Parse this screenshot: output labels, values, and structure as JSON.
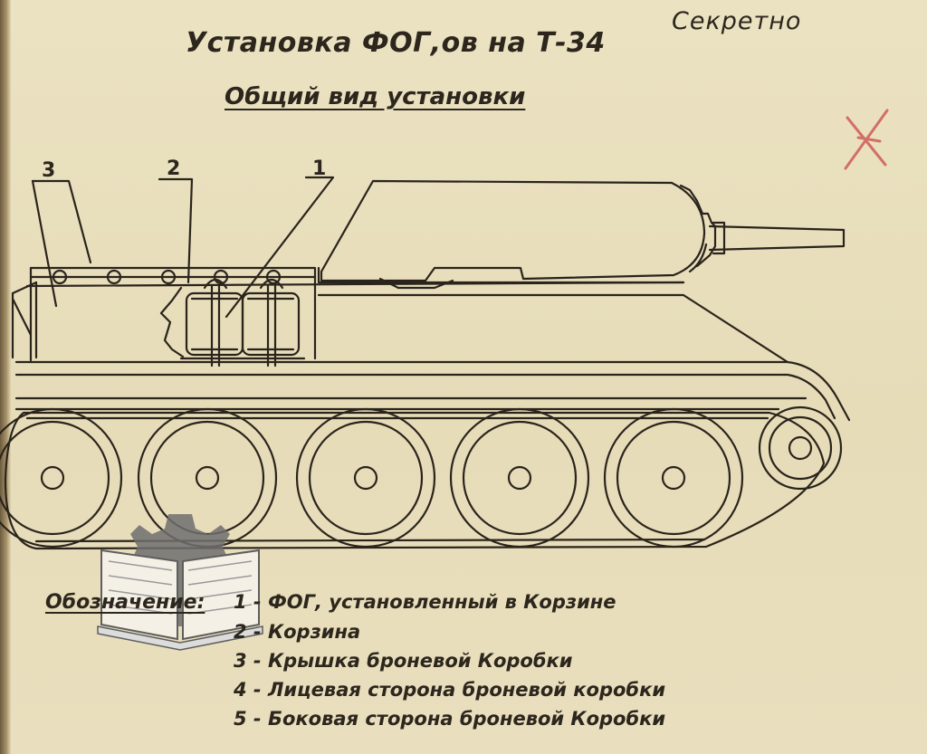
{
  "header": {
    "stamp": "Секретно",
    "title": "Установка ФОГ,ов на Т-34",
    "subtitle": "Общий вид установки"
  },
  "callouts": [
    "3",
    "2",
    "1"
  ],
  "legend": {
    "label": "Обозначение:",
    "items": [
      "1 - ФОГ, установленный в Корзине",
      "2 - Корзина",
      "3 - Крышка броневой Коробки",
      "4 - Лицевая сторона броневой коробки",
      "5 - Боковая сторона броневой Коробки"
    ]
  },
  "colors": {
    "paper": "#e8dfbd",
    "ink": "#2c261d",
    "red_pencil": "#c94a4a",
    "watermark": "#6e6e6e"
  },
  "watermark_icon": "gear-book-logo-icon"
}
